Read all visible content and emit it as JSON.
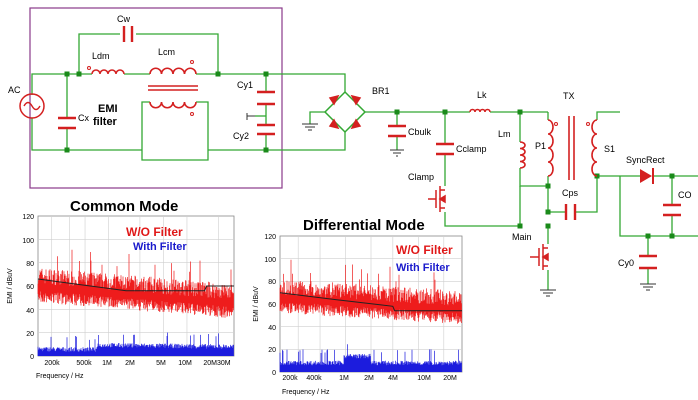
{
  "schematic": {
    "labels": {
      "ac": "AC",
      "cx": "Cx",
      "cw": "Cw",
      "ldm": "Ldm",
      "lcm": "Lcm",
      "emi_line1": "EMI",
      "emi_line2": "filter",
      "cy1": "Cy1",
      "cy2": "Cy2",
      "br1": "BR1",
      "cbulk": "Cbulk",
      "cclamp": "Cclamp",
      "clamp": "Clamp",
      "lk": "Lk",
      "lm": "Lm",
      "p1": "P1",
      "tx": "TX",
      "s1": "S1",
      "cps": "Cps",
      "main": "Main",
      "syncrect": "SyncRect",
      "co": "CO",
      "cy0": "Cy0"
    },
    "colors": {
      "wire": "#33a833",
      "component": "#d42020",
      "box": "#8a3a8a",
      "node": "#1a8a1a"
    }
  },
  "charts": {
    "common": {
      "title": "Common Mode",
      "ylabel": "EMI / dBuV",
      "xlabel": "Frequency / Hz",
      "yticks": [
        "120",
        "100",
        "80",
        "60",
        "40",
        "20",
        "0"
      ],
      "xticks": [
        "200k",
        "500k",
        "1M",
        "2M",
        "5M",
        "10M",
        "20M30M"
      ],
      "legend_wo": "W/O Filter",
      "legend_with": "With Filter"
    },
    "differential": {
      "title": "Differential Mode",
      "ylabel": "EMI / dBuV",
      "xlabel": "Frequency / Hz",
      "yticks": [
        "120",
        "100",
        "80",
        "60",
        "40",
        "20",
        "0"
      ],
      "xticks": [
        "200k",
        "400k",
        "1M",
        "2M",
        "4M",
        "10M",
        "20M"
      ],
      "legend_wo": "W/O Filter",
      "legend_with": "With Filter"
    }
  }
}
